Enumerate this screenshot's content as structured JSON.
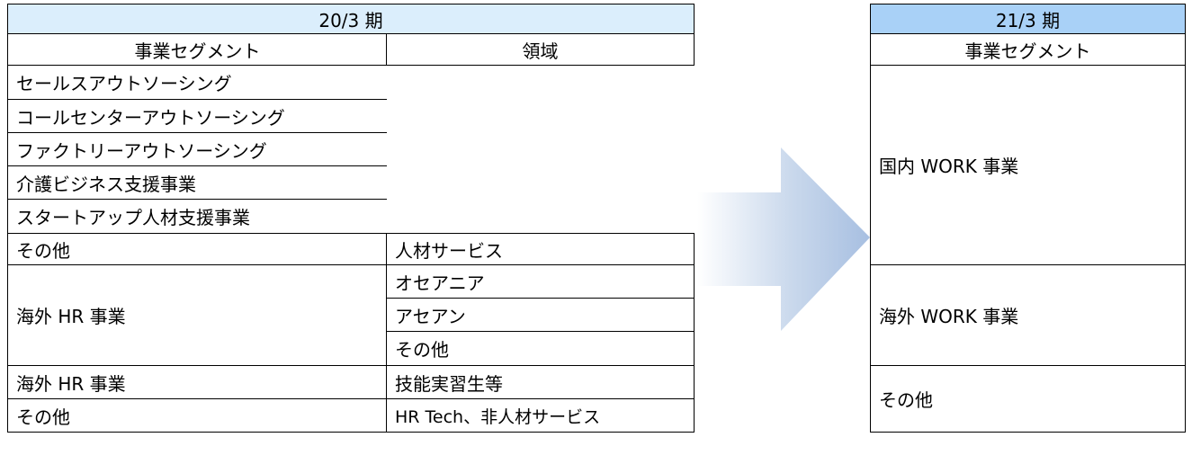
{
  "left_table": {
    "period": "20/3 期",
    "col_segment": "事業セグメント",
    "col_area": "領域",
    "segments": [
      "セールスアウトソーシング",
      "コールセンターアウトソーシング",
      "ファクトリーアウトソーシング",
      "介護ビジネス支援事業",
      "スタートアップ人材支援事業",
      "その他",
      "海外 HR 事業",
      "海外 HR 事業",
      "その他"
    ],
    "areas": [
      "人材サービス",
      "オセアニア",
      "アセアン",
      "その他",
      "技能実習生等",
      "HR Tech、非人材サービス"
    ]
  },
  "right_table": {
    "period": "21/3 期",
    "col_segment": "事業セグメント",
    "segments": [
      "国内 WORK 事業",
      "海外 WORK 事業",
      "その他"
    ]
  },
  "colors": {
    "header_left": "#dbeefc",
    "header_right": "#a9d1f7",
    "arrow": "#b4cae6"
  }
}
